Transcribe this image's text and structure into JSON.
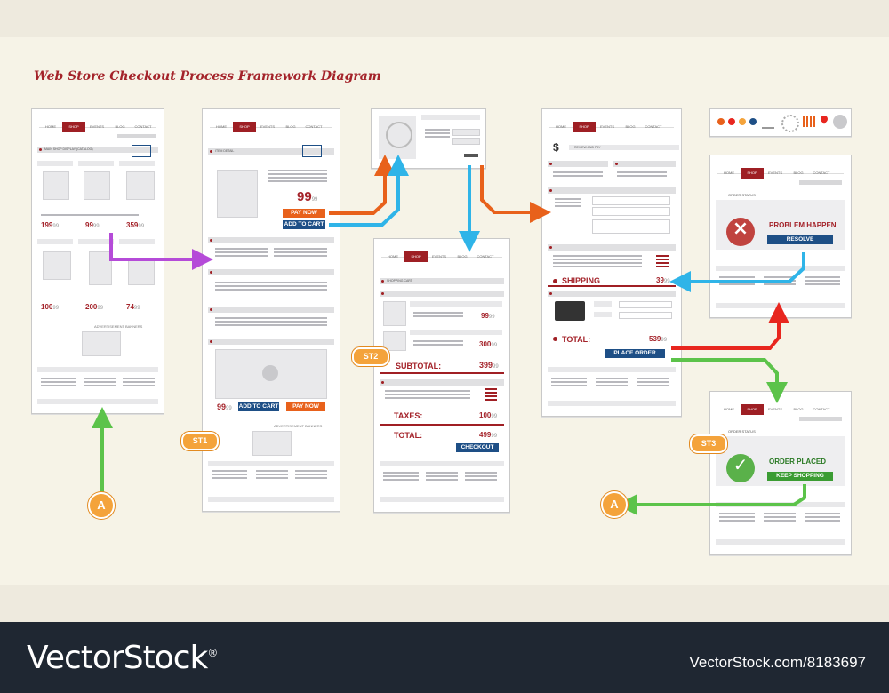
{
  "title": "Web Store Checkout Process Framework Diagram",
  "nav": [
    "HOME",
    "SHOP",
    "EVENTS",
    "BLOG",
    "CONTACT"
  ],
  "catalog": {
    "heading": "MAIN SHOP DISPLAY (CATALOG)",
    "prices": [
      "199",
      "99",
      "359",
      "100",
      "200",
      "74"
    ],
    "cents": [
      "99",
      "99",
      "99",
      "99",
      "99",
      "99"
    ],
    "ad_banner": "ADVERTISEMENT BANNERS"
  },
  "detail": {
    "heading": "ITEM DETAIL",
    "price": "99",
    "cents": "99",
    "pay_now": "PAY NOW",
    "add_to_cart": "ADD TO CART",
    "bottom_price": "99",
    "ad_banner": "ADVERTISEMENT BANNERS"
  },
  "cart": {
    "heading": "SHOPPING CART",
    "item_prices": [
      "99",
      "300"
    ],
    "subtotal_label": "SUBTOTAL:",
    "subtotal": "399",
    "taxes_label": "TAXES:",
    "taxes": "100",
    "total_label": "TOTAL:",
    "total": "499",
    "cents": "99",
    "checkout": "CHECKOUT"
  },
  "review": {
    "heading": "REVIEW AND PAY",
    "shipping_label": "SHIPPING",
    "shipping": "39",
    "total_label": "TOTAL:",
    "total": "539",
    "cents": "99",
    "place_order": "PLACE ORDER"
  },
  "problem": {
    "heading": "ORDER STATUS",
    "message": "PROBLEM HAPPEN",
    "resolve": "RESOLVE"
  },
  "placed": {
    "heading": "ORDER STATUS",
    "message": "ORDER PLACED",
    "keep_shopping": "KEEP SHOPPING"
  },
  "badges": {
    "st1": "ST1",
    "st2": "ST2",
    "st3": "ST3",
    "a": "A"
  },
  "footer": {
    "brand": "VectorStock",
    "reg": "®",
    "image_id": "VectorStock.com/8183697"
  },
  "colors": {
    "accent_red": "#a4232a",
    "orange": "#e8611b",
    "blue": "#1e4f86",
    "cyan": "#2fb4e8",
    "green": "#5cc34a",
    "purple": "#b54bd8",
    "arrow_red": "#e8261f",
    "badge": "#f4a33b",
    "footer": "#1f2732"
  }
}
